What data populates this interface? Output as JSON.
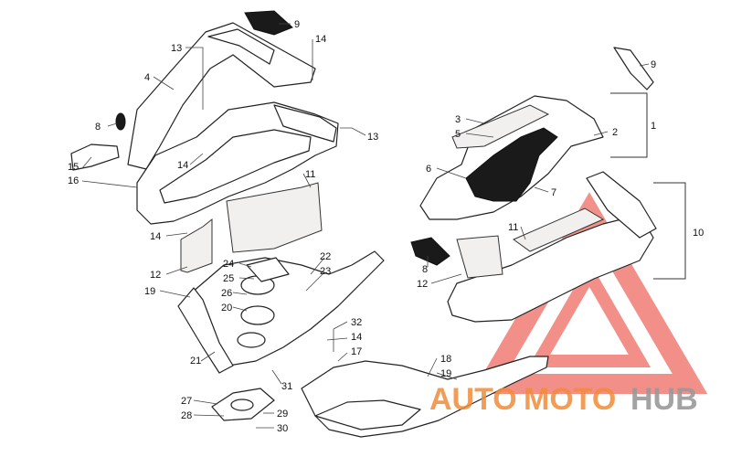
{
  "callouts": {
    "c1": "1",
    "c2": "2",
    "c3": "3",
    "c4": "4",
    "c5": "5",
    "c6": "6",
    "c7": "7",
    "c8a": "8",
    "c8b": "8",
    "c9a": "9",
    "c9b": "9",
    "c10": "10",
    "c11a": "11",
    "c11b": "11",
    "c12a": "12",
    "c12b": "12",
    "c13a": "13",
    "c13b": "13",
    "c14a": "14",
    "c14b": "14",
    "c14c": "14",
    "c14d": "14",
    "c15": "15",
    "c16": "16",
    "c17": "17",
    "c18": "18",
    "c19a": "19",
    "c19b": "19",
    "c20": "20",
    "c21": "21",
    "c22": "22",
    "c23": "23",
    "c24": "24",
    "c25": "25",
    "c26": "26",
    "c27": "27",
    "c28": "28",
    "c29": "29",
    "c30": "30",
    "c31": "31",
    "c32": "32"
  },
  "watermark": {
    "part1": "AUTO",
    "part2": "MOTO",
    "part3": "HUB",
    "color_primary": "#f08c3a",
    "color_secondary": "#9a9a9a",
    "triangle_color": "#e8342a"
  }
}
